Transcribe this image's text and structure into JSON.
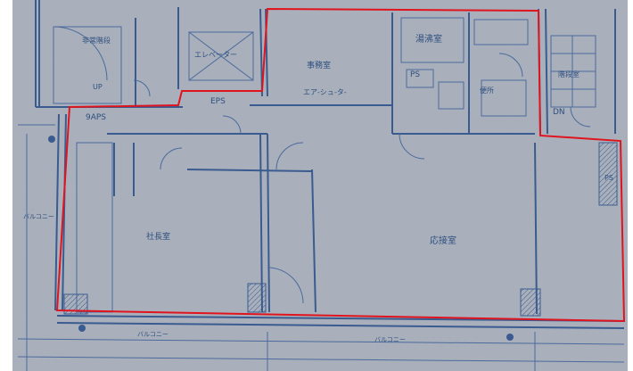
{
  "plan": {
    "colors": {
      "paper": "#a9b0bb",
      "ink": "#3a5b8f",
      "highlight": "#e0141e"
    },
    "rooms": {
      "emergency_stair": "非常階段",
      "elevator": "エレベーター",
      "office": "事務室",
      "kitchenette": "湯沸室",
      "toilet": "便所",
      "stair": "階段室",
      "president_room": "社長室",
      "reception": "応接室"
    },
    "labels": {
      "eps_left": "EPS",
      "eps_toilet": "PS",
      "ps_top_left": "9APS",
      "ps_right": "PS",
      "up": "UP",
      "down": "DN",
      "duct": "エア-シュ-タ-",
      "balcony_left": "バルコニー",
      "balcony_bottom_left": "バルコニー",
      "balcony_bottom_right": "バルコニー"
    }
  }
}
